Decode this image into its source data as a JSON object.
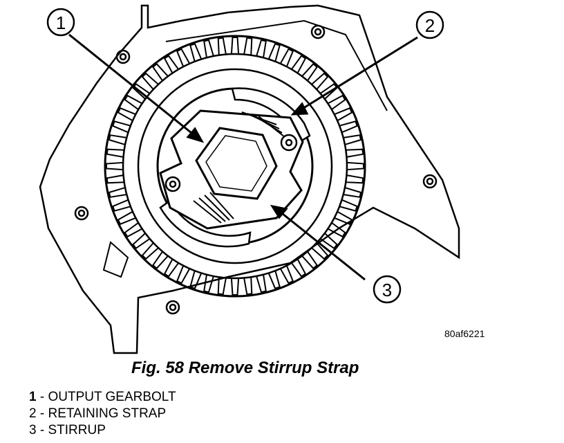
{
  "figure": {
    "image_code": "80af6221",
    "caption": "Fig. 58 Remove Stirrup Strap",
    "callouts": [
      {
        "number": "1"
      },
      {
        "number": "2"
      },
      {
        "number": "3"
      }
    ]
  },
  "legend": [
    {
      "number": "1",
      "separator": "-",
      "text": "OUTPUT GEARBOLT"
    },
    {
      "number": "2",
      "separator": "-",
      "text": "RETAINING STRAP"
    },
    {
      "number": "3",
      "separator": "-",
      "text": "STIRRUP"
    }
  ],
  "colors": {
    "ink": "#000000",
    "paper": "#ffffff"
  }
}
